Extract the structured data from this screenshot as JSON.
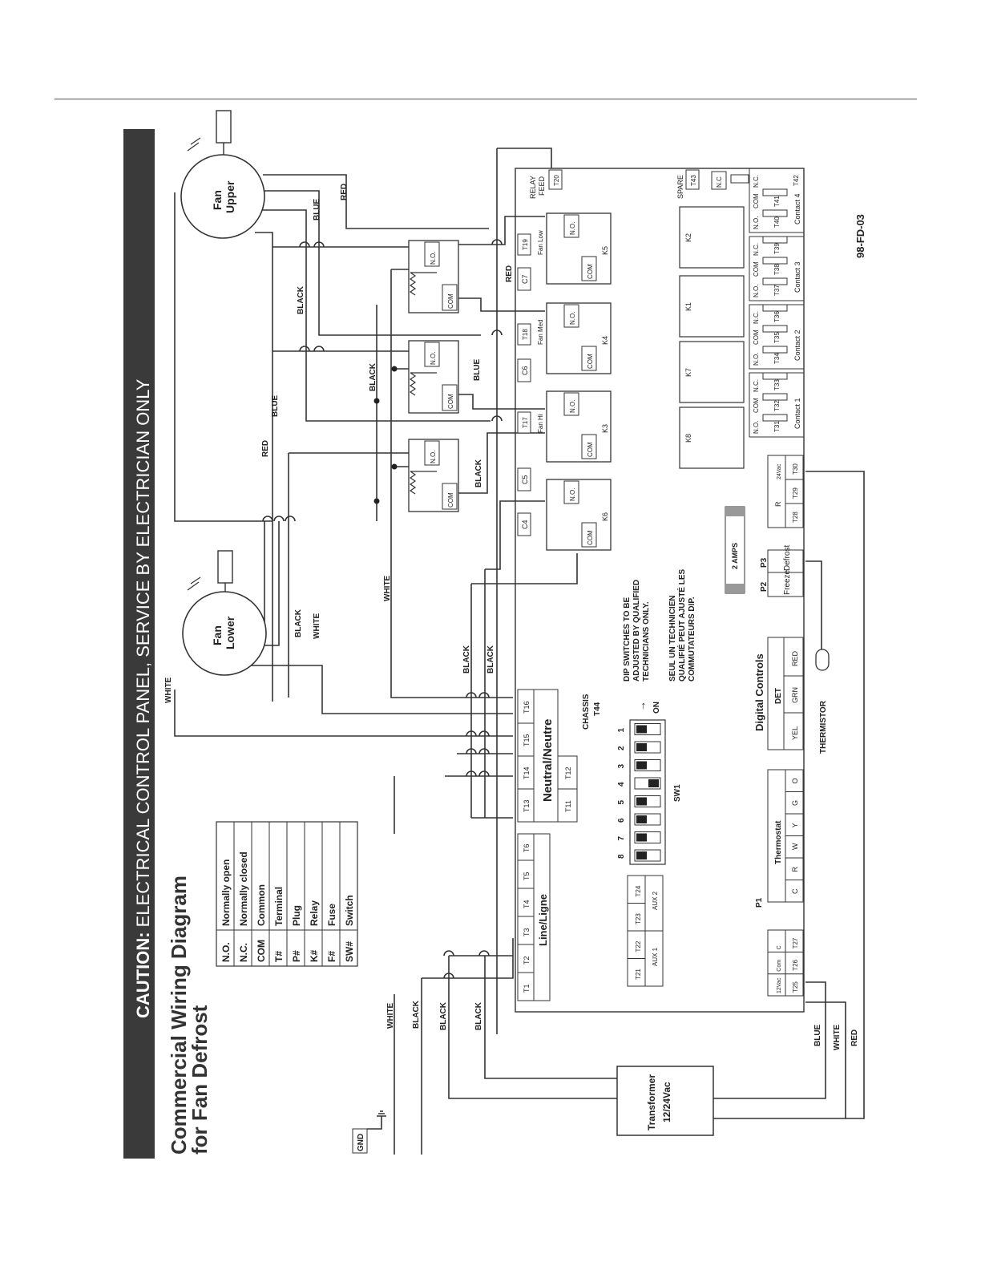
{
  "banner": {
    "caution_label": "CAUTION:",
    "caution_text": " ELECTRICAL CONTROL PANEL, SERVICE BY ELECTRICIAN ONLY"
  },
  "title": {
    "line1": "Commercial Wiring Diagram",
    "line2": "for Fan Defrost"
  },
  "legend": [
    {
      "code": "N.O.",
      "meaning": "Normally open"
    },
    {
      "code": "N.C.",
      "meaning": "Normally closed"
    },
    {
      "code": "COM",
      "meaning": "Common"
    },
    {
      "code": "T#",
      "meaning": "Terminal"
    },
    {
      "code": "P#",
      "meaning": "Plug"
    },
    {
      "code": "K#",
      "meaning": "Relay"
    },
    {
      "code": "F#",
      "meaning": "Fuse"
    },
    {
      "code": "SW#",
      "meaning": "Switch"
    }
  ],
  "fans": {
    "upper_1": "Fan",
    "upper_2": "Upper",
    "lower_1": "Fan",
    "lower_2": "Lower"
  },
  "gnd": "GND",
  "wire_labels": {
    "white": "WHITE",
    "black": "BLACK",
    "blue": "BLUE",
    "red": "RED"
  },
  "transformer": {
    "line1": "Transformer",
    "line2": "12/24Vac"
  },
  "line_block": {
    "name": "Line/Ligne",
    "terminals": [
      "T1",
      "T2",
      "T3",
      "T4",
      "T5",
      "T6"
    ]
  },
  "neutral_block": {
    "name": "Neutral/Neutre",
    "terminals_top": [
      "T13",
      "T14",
      "T15",
      "T16"
    ],
    "terminals_bottom": [
      "T11",
      "T12"
    ]
  },
  "chassis": {
    "line1": "CHASSIS",
    "line2": "T44"
  },
  "sw1": {
    "name": "SW1",
    "numbers": [
      "8",
      "7",
      "6",
      "5",
      "4",
      "3",
      "2",
      "1"
    ],
    "on_label": "ON",
    "on_positions": [
      true,
      true,
      true,
      true,
      false,
      true,
      true,
      true
    ]
  },
  "aux": {
    "terminals": [
      "T21",
      "T22",
      "T23",
      "T24"
    ],
    "aux1": "AUX 1",
    "aux2": "AUX 2"
  },
  "power_terminals": {
    "labels": [
      "12Vac",
      "Com",
      "C"
    ],
    "terminals": [
      "T25",
      "T26",
      "T27"
    ]
  },
  "p1": "P1",
  "thermostat": {
    "name": "Thermostat",
    "pins": [
      "C",
      "R",
      "W",
      "Y",
      "G",
      "O"
    ]
  },
  "digital_controls": {
    "name": "Digital Controls",
    "det": "DET",
    "pins": [
      "YEL",
      "GRN",
      "RED"
    ]
  },
  "thermistor": "THERMISTOR",
  "p2": "P2",
  "p3": "P3",
  "defrost_freeze": [
    "Freeze",
    "Defrost"
  ],
  "fuse": "2 AMPS",
  "r_block": {
    "label_r": "R",
    "label_24": "24Vac",
    "terminals": [
      "T28",
      "T29",
      "T30"
    ]
  },
  "dip_note_en": [
    "DIP SWITCHES TO BE",
    "ADJUSTED BY QUALIFIED",
    "TECHNICIANS ONLY."
  ],
  "dip_note_fr": [
    "SEUL UN TECHNICIEN",
    "QUALIFIÉ PEUT AJUSTÉ LES",
    "COMMUTATEURS DIP."
  ],
  "relays": {
    "ext": [
      "K6",
      "K3",
      "K4",
      "K5"
    ],
    "ext_no": "N.O.",
    "ext_com": "COM",
    "fan_terms": [
      "T17",
      "T18",
      "T19"
    ],
    "fan_names": [
      "Fan Hi",
      "Fan Med",
      "Fan Low"
    ],
    "coils": [
      "C4",
      "C5",
      "C6",
      "C7"
    ],
    "internal": [
      "K8",
      "K7",
      "K1",
      "K2"
    ]
  },
  "relay_feed": {
    "line1": "RELAY",
    "line2": "FEED",
    "terminal": "T20"
  },
  "spare": {
    "label": "SPARE",
    "terminal": "T43",
    "nc": "N.C",
    "t42": "T42"
  },
  "contacts": [
    {
      "name": "Contact 1",
      "terms": [
        "T31",
        "T32",
        "T33"
      ]
    },
    {
      "name": "Contact 2",
      "terms": [
        "T34",
        "T35",
        "T36"
      ]
    },
    {
      "name": "Contact 3",
      "terms": [
        "T37",
        "T38",
        "T39"
      ]
    },
    {
      "name": "Contact 4",
      "terms": [
        "T40",
        "T41",
        ""
      ]
    }
  ],
  "contact_headers": [
    "N.O.",
    "COM",
    "N.C."
  ],
  "inner_relays": {
    "no": "N.O.",
    "com": "COM"
  },
  "doc_code": "98-FD-03"
}
